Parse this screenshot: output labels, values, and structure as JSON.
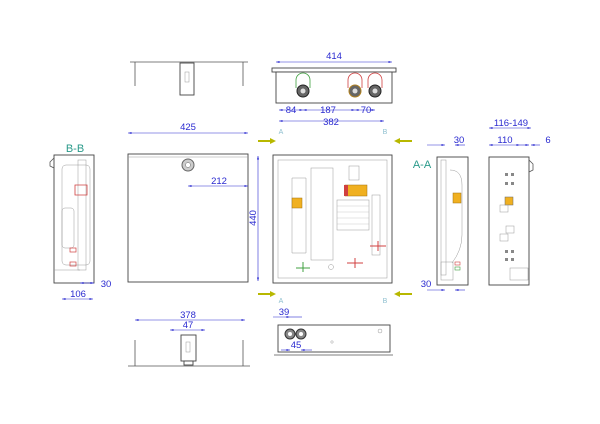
{
  "sections": {
    "bb": "B-B",
    "aa": "A-A"
  },
  "cut_marks": {
    "a_top": "A",
    "b_top": "B",
    "a_bottom": "A",
    "b_bottom": "B"
  },
  "dimensions": {
    "top_view_width": "414",
    "top_pitch_84": "84",
    "top_pitch_187": "187",
    "top_pitch_70": "70",
    "top_inner_382": "382",
    "front_width": "425",
    "front_lock_offset": "212",
    "front_height": "440",
    "bb_offset": "30",
    "bb_depth": "106",
    "aa_top": "30",
    "aa_bottom": "30",
    "side_depth_range": "116-149",
    "side_depth": "110",
    "side_flange": "6",
    "bottom_width": "378",
    "bottom_bracket": "47",
    "bottom_pipe_39": "39",
    "bottom_pipe_45": "45"
  },
  "colors": {
    "dimension": "#2a2ad0",
    "section_label": "#2a9a8a",
    "cut_arrow": "#b8b800",
    "valve_red": "#d04040",
    "valve_green": "#40a040",
    "pump_yellow": "#f0b020"
  }
}
